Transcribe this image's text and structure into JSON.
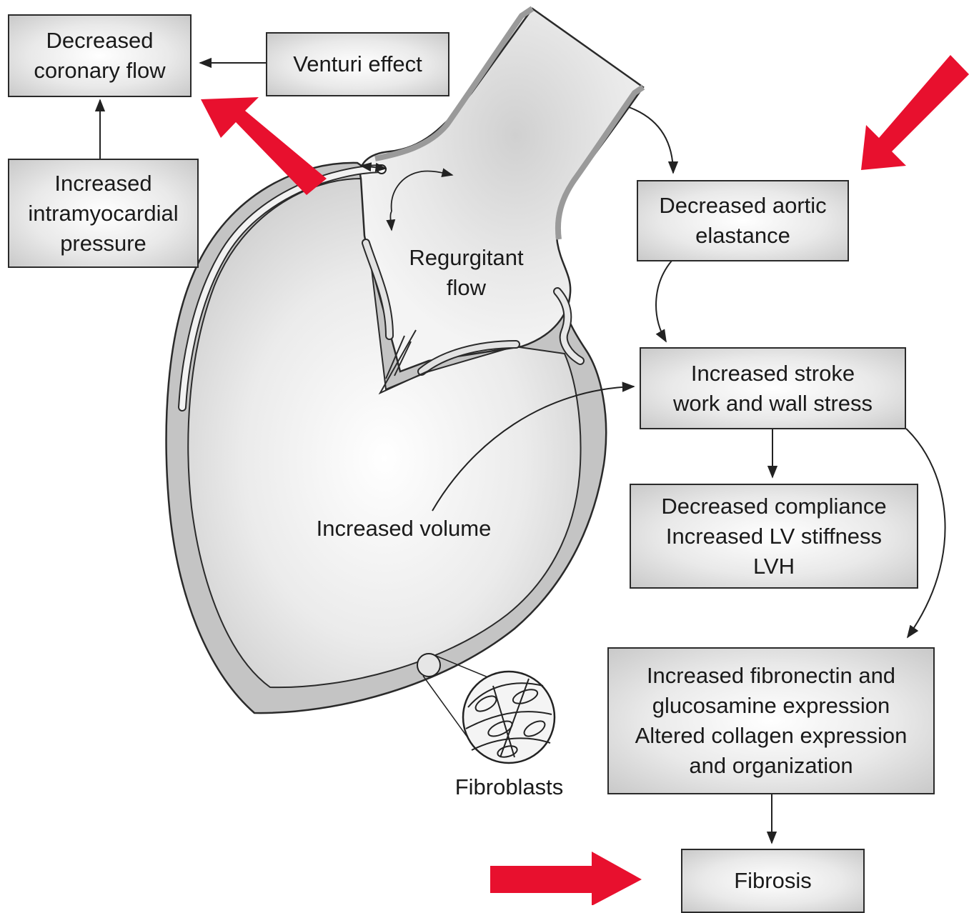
{
  "boxes": {
    "decreased_coronary_flow": "Decreased\ncoronary flow",
    "venturi_effect": "Venturi effect",
    "increased_intramyocardial_pressure": "Increased\nintramyocardial\npressure",
    "decreased_aortic_elastance": "Decreased aortic\nelastance",
    "increased_stroke_work": "Increased stroke\nwork and wall stress",
    "decreased_compliance": "Decreased compliance\nIncreased LV stiffness\nLVH",
    "fibronectin_expression": "Increased fibronectin and\nglucosamine expression\nAltered collagen expression\nand organization",
    "fibrosis": "Fibrosis"
  },
  "labels": {
    "regurgitant_flow": "Regurgitant\nflow",
    "increased_volume": "Increased volume",
    "fibroblasts": "Fibroblasts"
  },
  "colors": {
    "highlight_arrow": "#e8102e",
    "box_border": "#2a2a2a",
    "heart_wall": "#bdbdbd"
  }
}
